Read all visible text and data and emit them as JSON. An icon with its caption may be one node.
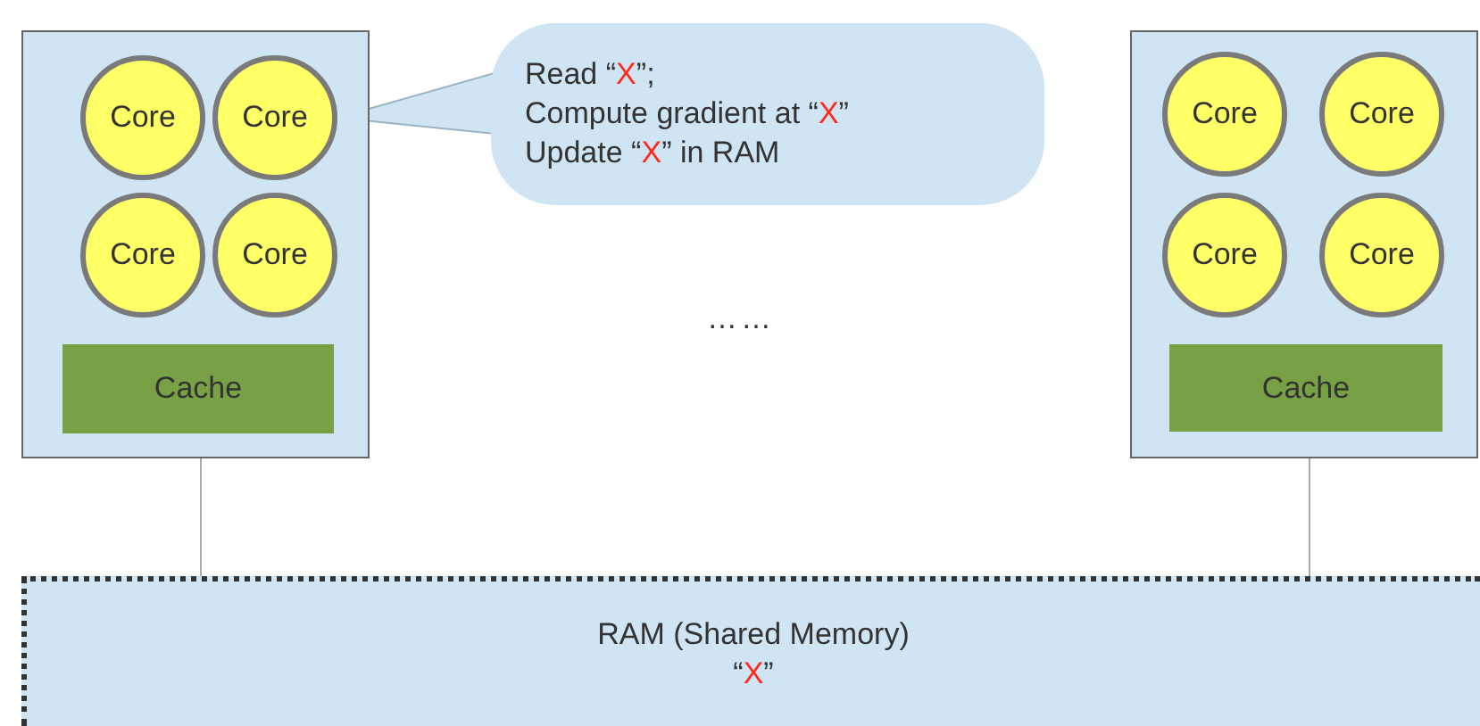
{
  "diagram": {
    "nodes": [
      {
        "text": [],
        "shape": "box"
      },
      {
        "text": [
          "Core"
        ],
        "in": 0
      },
      {
        "text": [
          "Core"
        ],
        "in": 0
      },
      {
        "text": [
          "Core"
        ],
        "in": 0
      },
      {
        "text": [
          "Core"
        ],
        "in": 0
      },
      {
        "text": [
          "Cache"
        ],
        "in": 0
      },
      {
        "text": [
          "Read “X”;",
          "Compute gradient at “X”",
          "Update “X” in RAM"
        ]
      },
      {
        "text": [],
        "shape": "box"
      },
      {
        "text": [
          "Core"
        ],
        "in": 7
      },
      {
        "text": [
          "Core"
        ],
        "in": 7
      },
      {
        "text": [
          "Core"
        ],
        "in": 7
      },
      {
        "text": [
          "Core"
        ],
        "in": 7
      },
      {
        "text": [
          "Cache"
        ],
        "in": 7
      },
      {
        "text": [
          "RAM (Shared Memory)",
          "“X”"
        ]
      }
    ],
    "edges": [
      {
        "from": 6,
        "to": 2,
        "arrow": "none"
      },
      {
        "from": 0,
        "to": 13,
        "arrow": "none"
      },
      {
        "from": 7,
        "to": 13,
        "arrow": "none"
      }
    ],
    "labels": [
      "……"
    ]
  }
}
